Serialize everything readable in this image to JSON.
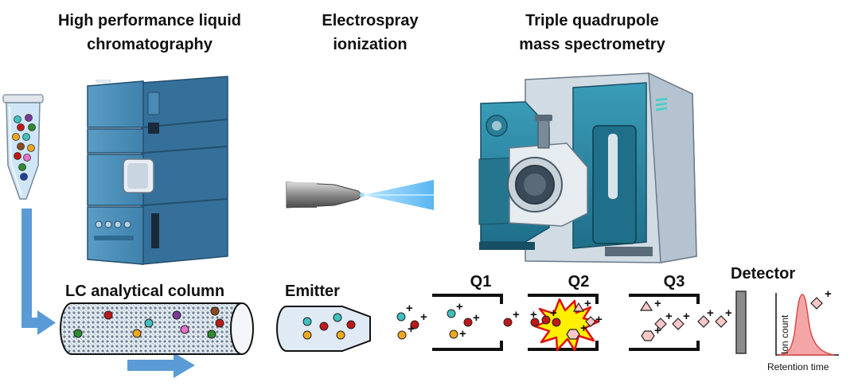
{
  "titles": {
    "hplc": [
      "High performance liquid",
      "chromatography"
    ],
    "esi": [
      "Electrospray",
      "ionization"
    ],
    "msms": [
      "Triple quadrupole",
      "mass spectrometry"
    ]
  },
  "labels": {
    "column": "LC analytical column",
    "emitter": "Emitter",
    "q1": "Q1",
    "q2": "Q2",
    "q3": "Q3",
    "detector": "Detector",
    "ion_count": "Ion count",
    "retention_time": "Retention time"
  },
  "plus_sign": "+",
  "colors": {
    "instrument_blue": "#3a7fa8",
    "instrument_dark": "#2a5f84",
    "ms_teal": "#2c8aa6",
    "arrow_blue": "#5b9bd5",
    "column_fill": "#c8d8e8",
    "emitter_fill": "#dfeaf5",
    "peak_fill": "#f4a6a6",
    "peak_stroke": "#d94c4c",
    "fragment_fill": "#f8c8c8",
    "burst_fill": "#ffef00",
    "burst_stroke": "#e01010",
    "molecule_colors": [
      "#3fc0c0",
      "#c01818",
      "#f0a820",
      "#2e8b2e",
      "#7a3a9a",
      "#8b4a20",
      "#e870c8",
      "#2040a0"
    ]
  }
}
